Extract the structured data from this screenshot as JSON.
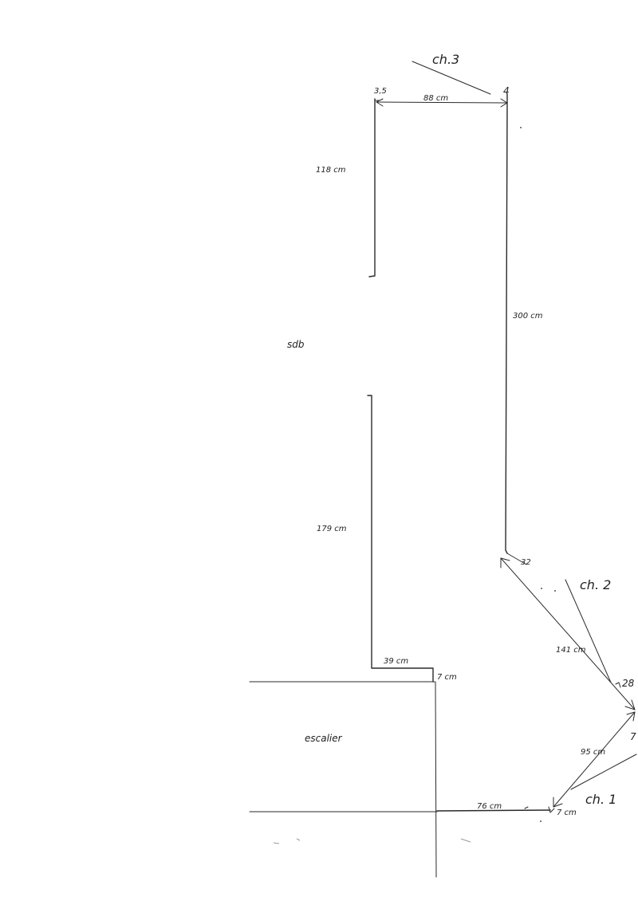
{
  "rooms": {
    "bedroom_3": "ch.3",
    "bedroom_2": "ch. 2",
    "bedroom_1": "ch. 1",
    "bathroom": "sdb",
    "stairs": "escalier"
  },
  "dimensions": {
    "top_offset": "3,5",
    "top_width": "88 cm",
    "top_right_mark": "4",
    "left_upper_wall": "118 cm",
    "right_long_wall": "300 cm",
    "left_lower_wall": "179 cm",
    "diagonal_start": "32",
    "diagonal_wall": "141 cm",
    "corner_right": "28",
    "stair_top": "39 cm",
    "stair_step": "7 cm",
    "diagonal_lower": "95 cm",
    "bottom_wall": "76 cm",
    "bottom_step": "7 cm",
    "edge_mark": "7"
  }
}
